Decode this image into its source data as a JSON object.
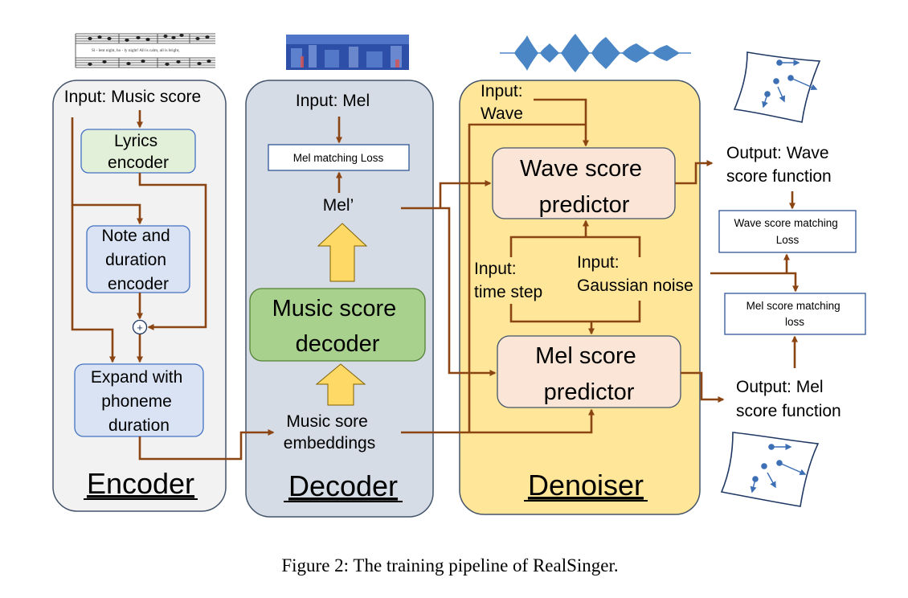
{
  "caption": "Figure 2: The training pipeline of RealSinger.",
  "sections": {
    "encoder": "Encoder",
    "decoder": "Decoder",
    "denoiser": "Denoiser"
  },
  "encoder": {
    "input": "Input: Music score",
    "lyrics_encoder": [
      "Lyrics",
      "encoder"
    ],
    "note_duration_encoder": [
      "Note and",
      "duration",
      "encoder"
    ],
    "sum_symbol": "+",
    "expand": [
      "Expand with",
      "phoneme",
      "duration"
    ]
  },
  "decoder": {
    "input": "Input: Mel",
    "loss": "Mel matching Loss",
    "mel_prime": "Mel’",
    "music_score_decoder": [
      "Music score",
      "decoder"
    ],
    "embeddings": [
      "Music sore",
      "embeddings"
    ]
  },
  "denoiser": {
    "input_wave": [
      "Input:",
      "Wave"
    ],
    "wave_predictor": [
      "Wave score",
      "predictor"
    ],
    "input_time_step": [
      "Input:",
      "time step"
    ],
    "input_noise": [
      "Input:",
      "Gaussian noise"
    ],
    "mel_predictor": [
      "Mel score",
      "predictor"
    ]
  },
  "outputs": {
    "wave_output": [
      "Output: Wave",
      "score function"
    ],
    "wave_loss": [
      "Wave score matching",
      "Loss"
    ],
    "mel_loss": [
      "Mel score matching",
      "loss"
    ],
    "mel_output": [
      "Output: Mel",
      "score function"
    ]
  },
  "sheet_music": {
    "lyric_line": "Si - lent night, ho - ly night! All is calm, all is bright,"
  },
  "colors": {
    "arrow": "#8B4513",
    "encoder_bg": "#F2F2F2",
    "decoder_bg": "#D6DCE5",
    "denoiser_bg": "#FFE699",
    "lyrics_box": "#E2F0D9",
    "note_box": "#DAE3F3",
    "decoder_box": "#A9D18E",
    "predictor_box": "#FBE5D6",
    "block_arrow": "#FFD966",
    "waveform": "#4A86C5"
  }
}
